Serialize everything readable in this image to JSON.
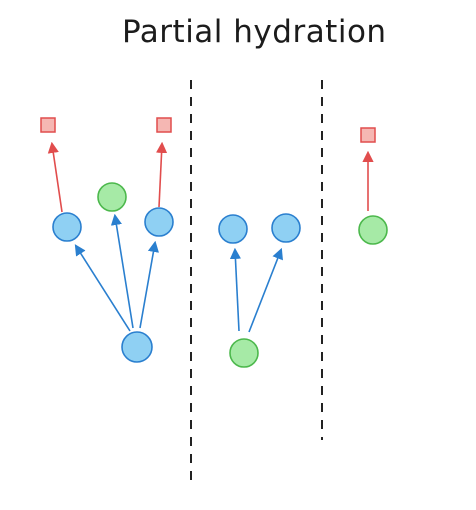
{
  "title": "Partial hydration",
  "colors": {
    "background": "#ffffff",
    "divider": "#222222",
    "blue_fill": "#8fd0f3",
    "blue_stroke": "#2a7fcf",
    "green_fill": "#a6eaa6",
    "green_stroke": "#4cb84c",
    "red_fill": "#f5b7b3",
    "red_stroke": "#e14d4d",
    "blue_arrow": "#2a7fcf",
    "red_arrow": "#e14d4d"
  },
  "sections": [
    {
      "id": "section-1",
      "nodes": [
        {
          "id": "n1",
          "kind": "blue"
        },
        {
          "id": "n2",
          "kind": "green"
        },
        {
          "id": "n3",
          "kind": "blue"
        },
        {
          "id": "n4",
          "kind": "blue"
        },
        {
          "id": "m1",
          "kind": "red-square"
        },
        {
          "id": "m2",
          "kind": "red-square"
        }
      ],
      "edges": [
        {
          "from": "n4",
          "to": "n1",
          "color": "blue"
        },
        {
          "from": "n4",
          "to": "n2",
          "color": "blue"
        },
        {
          "from": "n4",
          "to": "n3",
          "color": "blue"
        },
        {
          "from": "n1",
          "to": "m1",
          "color": "red"
        },
        {
          "from": "n3",
          "to": "m2",
          "color": "red"
        }
      ]
    },
    {
      "id": "section-2",
      "nodes": [
        {
          "id": "n5",
          "kind": "blue"
        },
        {
          "id": "n6",
          "kind": "blue"
        },
        {
          "id": "n7",
          "kind": "green"
        }
      ],
      "edges": [
        {
          "from": "n7",
          "to": "n5",
          "color": "blue"
        },
        {
          "from": "n7",
          "to": "n6",
          "color": "blue"
        }
      ]
    },
    {
      "id": "section-3",
      "nodes": [
        {
          "id": "n8",
          "kind": "green"
        },
        {
          "id": "m3",
          "kind": "red-square"
        }
      ],
      "edges": [
        {
          "from": "n8",
          "to": "m3",
          "color": "red"
        }
      ]
    }
  ]
}
